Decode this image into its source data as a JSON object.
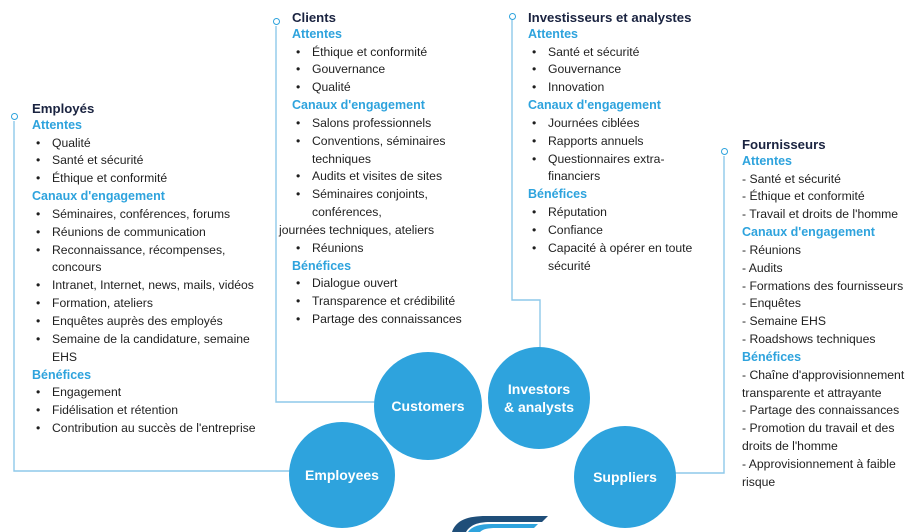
{
  "panels": {
    "employees": {
      "title": "Employés",
      "expectations_label": "Attentes",
      "expectations": [
        "Qualité",
        "Santé et sécurité",
        "Éthique et conformité"
      ],
      "channels_label": "Canaux d'engagement",
      "channels": [
        "Séminaires, conférences, forums",
        "Réunions de communication",
        "Reconnaissance, récompenses, concours",
        "Intranet, Internet, news, mails, vidéos",
        "Formation, ateliers",
        "Enquêtes auprès des employés",
        "Semaine de la candidature, semaine EHS"
      ],
      "benefits_label": "Bénéfices",
      "benefits": [
        "Engagement",
        "Fidélisation et rétention",
        "Contribution au succès de l'entreprise"
      ]
    },
    "clients": {
      "title": "Clients",
      "expectations_label": "Attentes",
      "expectations": [
        "Éthique et conformité",
        "Gouvernance",
        "Qualité"
      ],
      "channels_label": "Canaux d'engagement",
      "channels": [
        "Salons professionnels",
        "Conventions, séminaires techniques",
        "Audits et visites de sites",
        "Séminaires conjoints, conférences,"
      ],
      "channels_continued": "journées techniques, ateliers",
      "channels_last": "Réunions",
      "benefits_label": "Bénéfices",
      "benefits": [
        "Dialogue ouvert",
        "Transparence et crédibilité",
        "Partage des connaissances"
      ]
    },
    "investors": {
      "title": "Investisseurs et analystes",
      "expectations_label": "Attentes",
      "expectations": [
        "Santé et sécurité",
        "Gouvernance",
        "Innovation"
      ],
      "channels_label": "Canaux d'engagement",
      "channels": [
        "Journées ciblées",
        "Rapports annuels",
        "Questionnaires extra-financiers"
      ],
      "benefits_label": "Bénéfices",
      "benefits": [
        "Réputation",
        "Confiance",
        "Capacité à opérer en toute sécurité"
      ]
    },
    "suppliers": {
      "title": "Fournisseurs",
      "expectations_label": "Attentes",
      "expectations": [
        "- Santé et sécurité",
        "- Éthique et conformité",
        "- Travail et droits de l'homme"
      ],
      "channels_label": "Canaux d'engagement",
      "channels": [
        "- Réunions",
        "- Audits",
        "- Formations des fournisseurs",
        "- Enquêtes",
        "- Semaine EHS",
        "- Roadshows techniques"
      ],
      "benefits_label": "Bénéfices",
      "benefits": [
        "- Chaîne d'approvisionnement transparente et attrayante",
        "- Partage des connaissances",
        "- Promotion du travail et des droits de l'homme",
        "- Approvisionnement à faible risque"
      ]
    }
  },
  "circles": {
    "customers": "Customers",
    "investors": "Investors & analysts",
    "employees": "Employees",
    "suppliers": "Suppliers"
  },
  "colors": {
    "accent": "#2ea3dd",
    "connector": "#8ec9ea",
    "title": "#1a2340",
    "logo_dark": "#1f4e79"
  }
}
